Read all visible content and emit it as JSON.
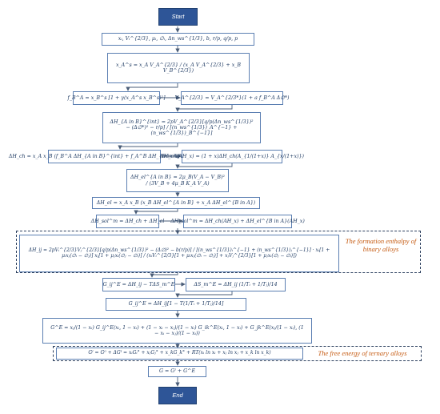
{
  "nodes": {
    "start": "Start",
    "inputs": "xᵢ, Vᵢ^{2/3}, μᵢ, ∅ᵢ, Δn_ws^{1/3}, b, r/p, q/p, p",
    "xa_s": "x_A^s = x_A V_A^{2/3} / (x_A V_A^{2/3} + x_B V_B^{2/3})",
    "fba": "f_B^A = x_B^s [1 + γ(x_A^s x_B^s)²]",
    "va_alloy": "V_A^{2/3} = V_A^{2/3*}(1 + a f_B^A Δ∅*)",
    "dh_int": "ΔH_{A in B}^{int} = 2pV_A^{2/3}[q/p(Δn_ws^{1/3})² − (Δ∅*)² − r/p] / [(n_ws^{1/3})_A^{−1} + (n_ws^{1/3})_B^{−1}]",
    "dh_ch": "ΔH_ch = x_A x_B (f_B^A ΔH_{A in B}^{int} + f_A^B ΔH_{B in A}^{int})",
    "dh_ch_ax": "ΔH_ch(AH_x) = (1 + x)ΔH_ch(A_{1/(1+x)} A_{x/(1+x)})",
    "dh_el_ab": "ΔH_el^{A in B} = 2μ_B(V_A − V_B)² / (3V_B + 4μ_B K_A V_A)",
    "dh_el": "ΔH_el = x_A x_B (x_B ΔH_el^{A in B} + x_A ΔH_el^{B in A})",
    "dh_sol": "ΔH_sol^m = ΔH_ch + ΔH_el",
    "dh_sol_ax": "ΔH_sol^m = ΔH_ch(AH_x) + ΔH_el^{B in A}(AH_x)",
    "dh_ij": "ΔH_ij = 2pVᵢ^{2/3}Vⱼ^{2/3}[q/p(Δn_ws^{1/3})² − (Δ∅)² − b(r/p)] / [(n_ws^{1/3})ᵢ^{−1} + (n_ws^{1/3})ⱼ^{−1}] · xᵢ[1 + μᵢxⱼ(∅ᵢ − ∅ⱼ)] xⱼ[1 + μⱼxᵢ(∅ⱼ − ∅ᵢ)] / (xᵢVᵢ^{2/3}[1 + μᵢxⱼ(∅ᵢ − ∅ⱼ)] + xⱼVⱼ^{2/3}[1 + μⱼxᵢ(∅ⱼ − ∅ᵢ)])",
    "g_ij": "G_ij^E = ΔH_ij − TΔS_m^E",
    "ds": "ΔS_m^E = ΔH_ij (1/Tᵢ + 1/Tⱼ)/14",
    "g_ij2": "G_ij^E = ΔH_ij[1 − T(1/Tᵢ + 1/Tⱼ)/14]",
    "ge": "G^E = xⱼ/(1 − xᵢ) G_ij^E(xᵢ, 1 − xᵢ) + (1 − xᵢ − xⱼ)/(1 − xᵢ) G_ik^E(xᵢ, 1 − xᵢ) + G_jk^E(xⱼ/(1 − xᵢ), (1 − xᵢ − xⱼ)/(1 − xᵢ))",
    "gi": "Gᴵ = G⁰ + ΔGᴵ = xᵢGᵢ° + xⱼGⱼ° + x_kG_k° + RT(xᵢ ln xᵢ + xⱼ ln xⱼ + x_k ln x_k)",
    "gsum": "G = Gᴵ + G^E",
    "end": "End"
  },
  "annotations": {
    "binary": "The formation enthalpy of binary alloys",
    "ternary": "The free energy of ternary alloys"
  },
  "colors": {
    "terminal_fill": "#2e5597",
    "box_border": "#5b7fb2",
    "arrow": "#4a5d78",
    "note_text": "#c55a11"
  }
}
